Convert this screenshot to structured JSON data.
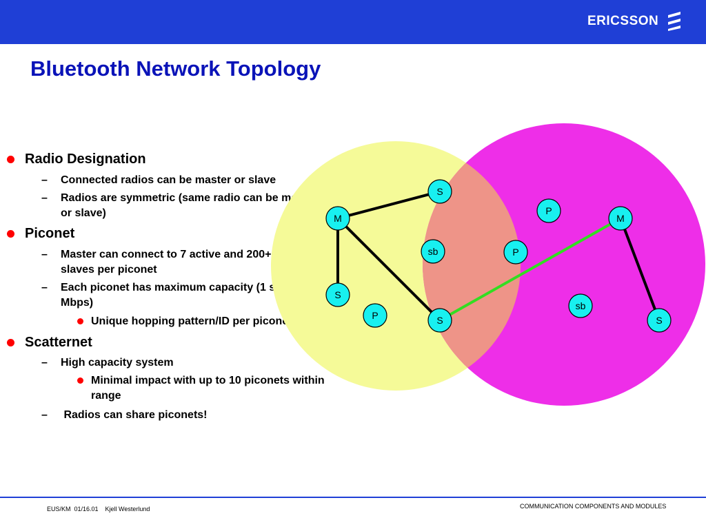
{
  "header": {
    "brand": "ERICSSON",
    "brand_color": "#1f3fd6",
    "logo_icon": "ericsson-logo-icon"
  },
  "slide": {
    "title": "Bluetooth Network Topology",
    "title_color": "#0a13b8"
  },
  "outline": [
    {
      "text": "Radio Designation",
      "items": [
        {
          "text": "Connected radios can be master or slave"
        },
        {
          "text": "Radios are symmetric (same radio can be master or slave)"
        }
      ]
    },
    {
      "text": "Piconet",
      "items": [
        {
          "text": "Master can connect to 7 active and 200+ parked slaves per piconet"
        },
        {
          "text": "Each piconet has maximum capacity (1 shared Mbps)",
          "items": [
            {
              "text": "Unique hopping pattern/ID per piconet"
            }
          ]
        }
      ]
    },
    {
      "text": "Scatternet",
      "items": [
        {
          "text": "High capacity system",
          "items": [
            {
              "text": "Minimal impact with up to 10 piconets within range"
            }
          ]
        },
        {
          "text": " Radios can share piconets!"
        }
      ]
    }
  ],
  "diagram": {
    "colors": {
      "piconet_left": "#f5fa98",
      "piconet_right": "#ee2ee8",
      "overlap": "#ee9488",
      "node_fill": "#18f0f0",
      "link": "#000000",
      "bridge_link": "#33dd22"
    },
    "nodes": [
      {
        "id": "m1",
        "label": "M"
      },
      {
        "id": "s1",
        "label": "S"
      },
      {
        "id": "s2",
        "label": "S"
      },
      {
        "id": "p1",
        "label": "P"
      },
      {
        "id": "sb1",
        "label": "sb"
      },
      {
        "id": "s3",
        "label": "S"
      },
      {
        "id": "p2",
        "label": "P"
      },
      {
        "id": "p3",
        "label": "P"
      },
      {
        "id": "m2",
        "label": "M"
      },
      {
        "id": "sb2",
        "label": "sb"
      },
      {
        "id": "s4",
        "label": "S"
      }
    ],
    "links": [
      {
        "from": "m1",
        "to": "s1",
        "kind": "link"
      },
      {
        "from": "m1",
        "to": "s2",
        "kind": "link"
      },
      {
        "from": "m1",
        "to": "s3",
        "kind": "link"
      },
      {
        "from": "s3",
        "to": "m2",
        "kind": "bridge"
      },
      {
        "from": "m2",
        "to": "s4",
        "kind": "link"
      }
    ]
  },
  "footer": {
    "left": "EUS/KM  01/16.01    Kjell Westerlund",
    "right": "COMMUNICATION COMPONENTS AND MODULES"
  }
}
